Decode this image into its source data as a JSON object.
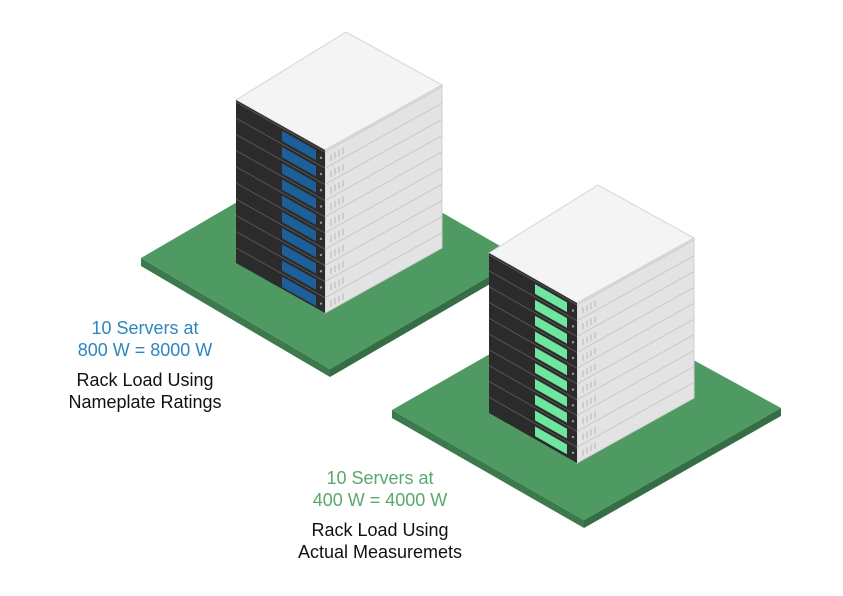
{
  "colors": {
    "platform_top": "#4f9a62",
    "platform_side": "#3c7a4d",
    "rack_top": "#f4f4f4",
    "rack_side": "#e3e3e3",
    "rack_front": "#2b2b2b",
    "nameplate_accent": "#1f5f99",
    "measured_accent": "#6ee6a0",
    "nameplate_text": "#2f86c0",
    "measured_text": "#5aa86c"
  },
  "racks": [
    {
      "id": "nameplate",
      "server_count": 10,
      "accent_color": "#1f5f99",
      "calc_line1": "10 Servers at",
      "calc_line2": "800 W = 8000 W",
      "label_line1": "Rack Load Using",
      "label_line2": "Nameplate Ratings"
    },
    {
      "id": "measured",
      "server_count": 10,
      "accent_color": "#6ee6a0",
      "calc_line1": "10 Servers at",
      "calc_line2": "400 W = 4000 W",
      "label_line1": "Rack Load Using",
      "label_line2": "Actual Measuremets"
    }
  ]
}
